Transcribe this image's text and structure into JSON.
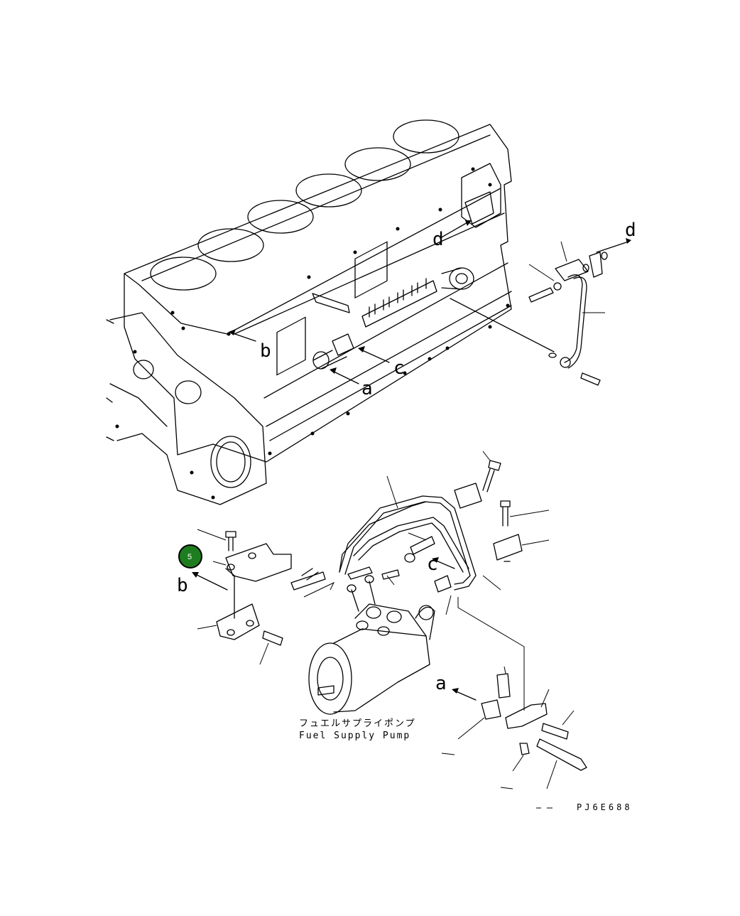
{
  "letters": {
    "d": "d",
    "b": "b",
    "c": "c",
    "a": "a"
  },
  "caption": {
    "jp": "フュエルサプライポンプ",
    "en": "Fuel Supply Pump"
  },
  "drawing_code": "PJ6E688",
  "callout": {
    "number": "5",
    "color": "#1e7d1e"
  }
}
